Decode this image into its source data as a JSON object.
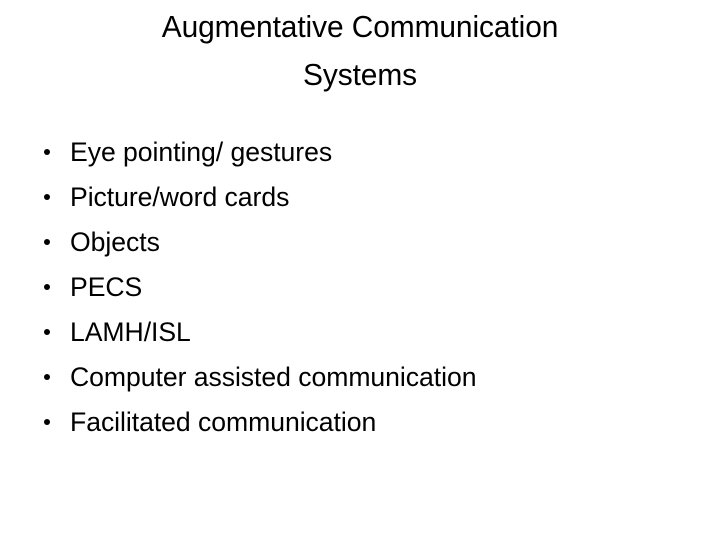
{
  "slide": {
    "background_color": "#ffffff",
    "text_color": "#000000",
    "title": "Augmentative Communication\nSystems",
    "title_line_1": "Augmentative Communication",
    "title_line_2": "Systems",
    "bullet_glyph": "•",
    "bullets": [
      {
        "label": "Eye pointing/ gestures"
      },
      {
        "label": "Picture/word cards"
      },
      {
        "label": "Objects"
      },
      {
        "label": "PECS"
      },
      {
        "label": "LAMH/ISL"
      },
      {
        "label": "Computer assisted communication"
      },
      {
        "label": "Facilitated communication"
      }
    ]
  }
}
